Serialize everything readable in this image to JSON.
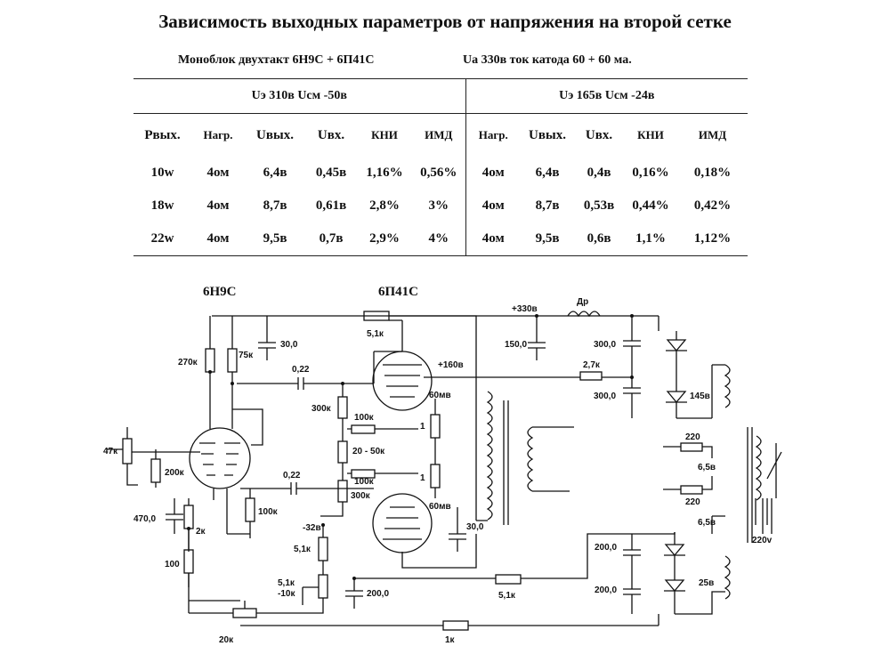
{
  "title": "Зависимость выходных параметров от напряжения на второй сетке",
  "subtitle_left": "Моноблок двухтакт 6Н9С + 6П41С",
  "subtitle_right": "Ua 330в  ток катода 60 + 60 ма.",
  "table": {
    "group_left": "Uэ  310в   Uсм  -50в",
    "group_right": "Uэ  165в   Uсм  -24в",
    "headers": [
      "Pвых.",
      "Нагр.",
      "Uвых.",
      "Uвх.",
      "КНИ",
      "ИМД",
      "Нагр.",
      "Uвых.",
      "Uвх.",
      "КНИ",
      "ИМД"
    ],
    "rows": [
      [
        "10w",
        "4ом",
        "6,4в",
        "0,45в",
        "1,16%",
        "0,56%",
        "4ом",
        "6,4в",
        "0,4в",
        "0,16%",
        "0,18%"
      ],
      [
        "18w",
        "4ом",
        "8,7в",
        "0,61в",
        "2,8%",
        "3%",
        "4ом",
        "8,7в",
        "0,53в",
        "0,44%",
        "0,42%"
      ],
      [
        "22w",
        "4ом",
        "9,5в",
        "0,7в",
        "2,9%",
        "4%",
        "4ом",
        "9,5в",
        "0,6в",
        "1,1%",
        "1,12%"
      ]
    ]
  },
  "schematic": {
    "tube1": "6Н9С",
    "tube2": "6П41С",
    "labels": {
      "r270k": "270к",
      "r75k": "75к",
      "c30_top": "30,0",
      "r5_1k_top": "5,1к",
      "c022_top": "0,22",
      "v330": "+330в",
      "choke": "Др",
      "c150": "150,0",
      "c300_a": "300,0",
      "c300_b": "300,0",
      "r2_7k": "2,7к",
      "v160": "+160в",
      "v145": "145в",
      "r300k_a": "300к",
      "r100k_a": "100к",
      "r60mv_a": "60мв",
      "one_a": "1",
      "r20_50k": "20 - 50к",
      "r100k_b": "100к",
      "one_b": "1",
      "r300k_b": "300к",
      "r60mv_b": "60мв",
      "r47k": "47к",
      "r200k": "200к",
      "c022_mid": "0,22",
      "r100k_c": "100к",
      "c470": "470,0",
      "r2k": "2к",
      "r100": "100",
      "v_32": "-32в",
      "r5_1k_mid": "5,1к",
      "r5_1k_10k_a": "5,1к",
      "r5_1k_10k_b": "-10к",
      "c200_mid": "200,0",
      "c30_low": "30,0",
      "r5_1k_low": "5,1к",
      "c200_a": "200,0",
      "c200_b": "200,0",
      "v25": "25в",
      "r220_a": "220",
      "r220_b": "220",
      "v6_5_a": "6,5в",
      "v6_5_b": "6,5в",
      "v220": "220v",
      "r20k": "20к",
      "r1k": "1к"
    }
  }
}
